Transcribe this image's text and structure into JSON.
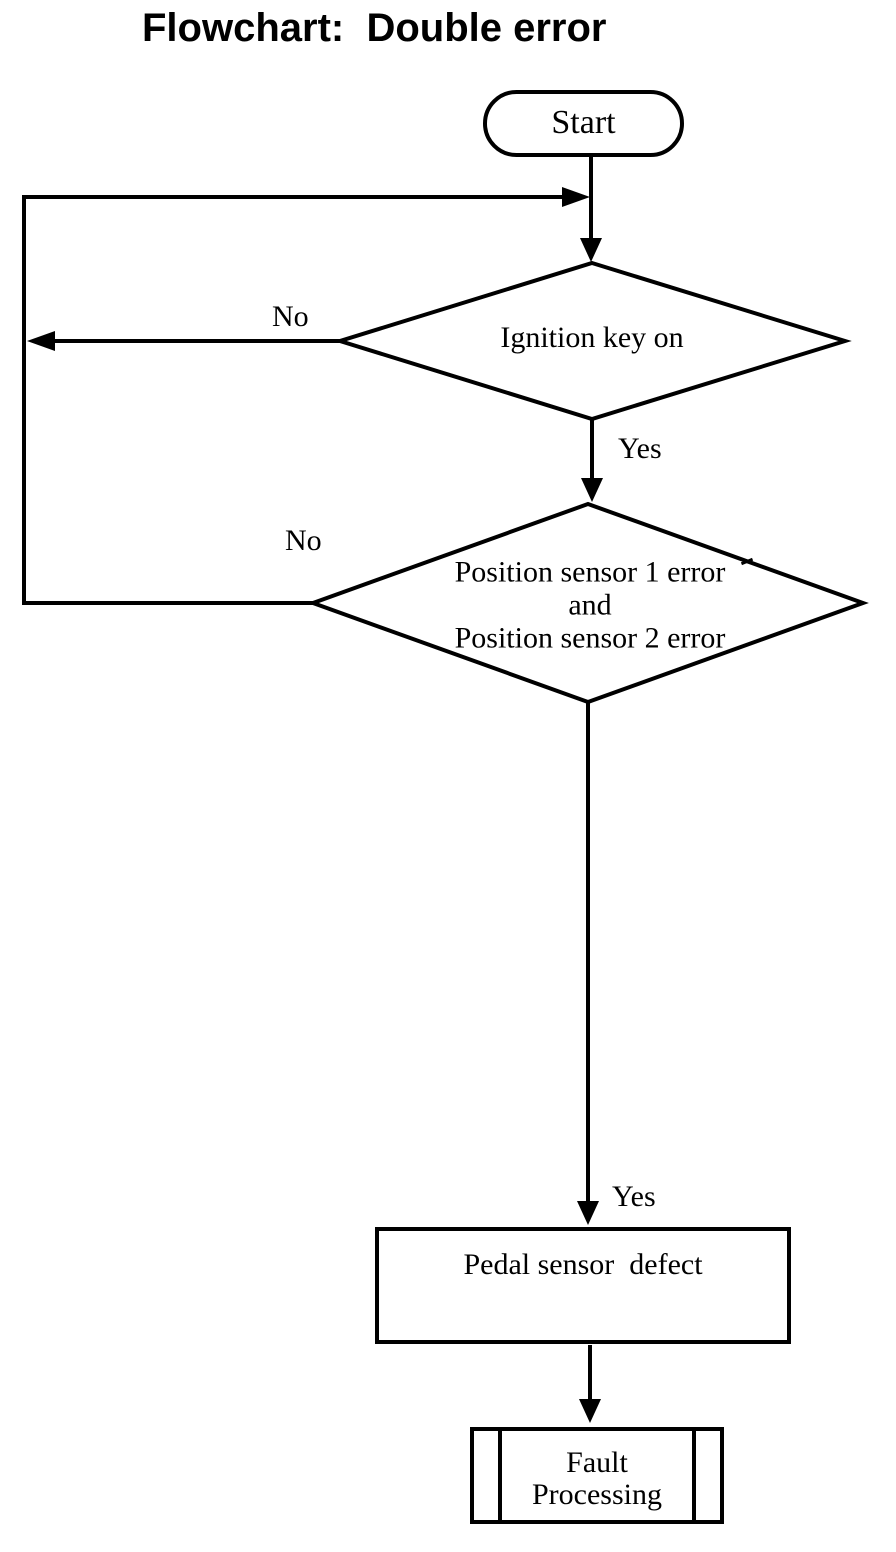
{
  "title": "Flowchart:  Double error",
  "colors": {
    "ink": "#000000",
    "background": "#ffffff"
  },
  "flowchart": {
    "nodes": [
      {
        "id": "start",
        "type": "terminator",
        "label": "Start"
      },
      {
        "id": "decision-ignition",
        "type": "decision",
        "label": "Ignition key on"
      },
      {
        "id": "decision-position-sensors",
        "type": "decision",
        "label_lines": [
          "Position sensor 1 error",
          "and",
          "Position sensor 2 error"
        ]
      },
      {
        "id": "process-pedal-defect",
        "type": "process",
        "label": "Pedal sensor  defect"
      },
      {
        "id": "predefined-fault-processing",
        "type": "predefined-process",
        "label_lines": [
          "Fault",
          "Processing"
        ]
      }
    ],
    "edges": [
      {
        "from": "start",
        "to": "decision-ignition",
        "label": ""
      },
      {
        "from": "decision-ignition",
        "to": "decision-position-sensors",
        "label": "Yes"
      },
      {
        "from": "decision-ignition",
        "to": "return-loop",
        "label": "No"
      },
      {
        "from": "decision-position-sensors",
        "to": "process-pedal-defect",
        "label": "Yes"
      },
      {
        "from": "decision-position-sensors",
        "to": "return-loop",
        "label": "No"
      },
      {
        "from": "process-pedal-defect",
        "to": "predefined-fault-processing",
        "label": ""
      }
    ]
  }
}
